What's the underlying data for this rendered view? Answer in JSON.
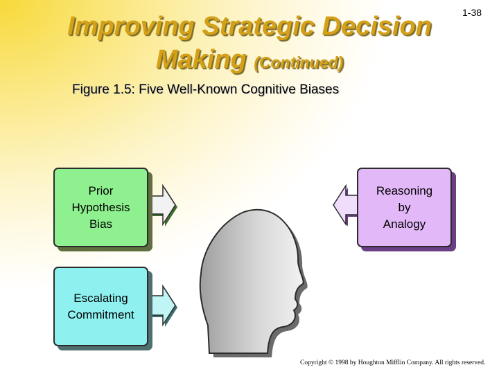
{
  "slide": {
    "title_line1": "Improving Strategic Decision",
    "title_line2": "Making",
    "title_continued": "(Continued)",
    "slide_number": "1-38",
    "figure_caption": "Figure 1.5:  Five Well-Known Cognitive Biases",
    "copyright": "Copyright © 1998 by Houghton Mifflin Company. All rights reserved."
  },
  "diagram": {
    "boxes": [
      {
        "lines": [
          "Prior",
          "Hypothesis",
          "Bias"
        ],
        "color": "#8ff08f"
      },
      {
        "lines": [
          "Escalating",
          "Commitment"
        ],
        "color": "#8ff0f0"
      },
      {
        "lines": [
          "Reasoning",
          "by",
          "Analogy"
        ],
        "color": "#e3b8f8"
      }
    ],
    "head_icon": "human-head-silhouette-icon"
  }
}
